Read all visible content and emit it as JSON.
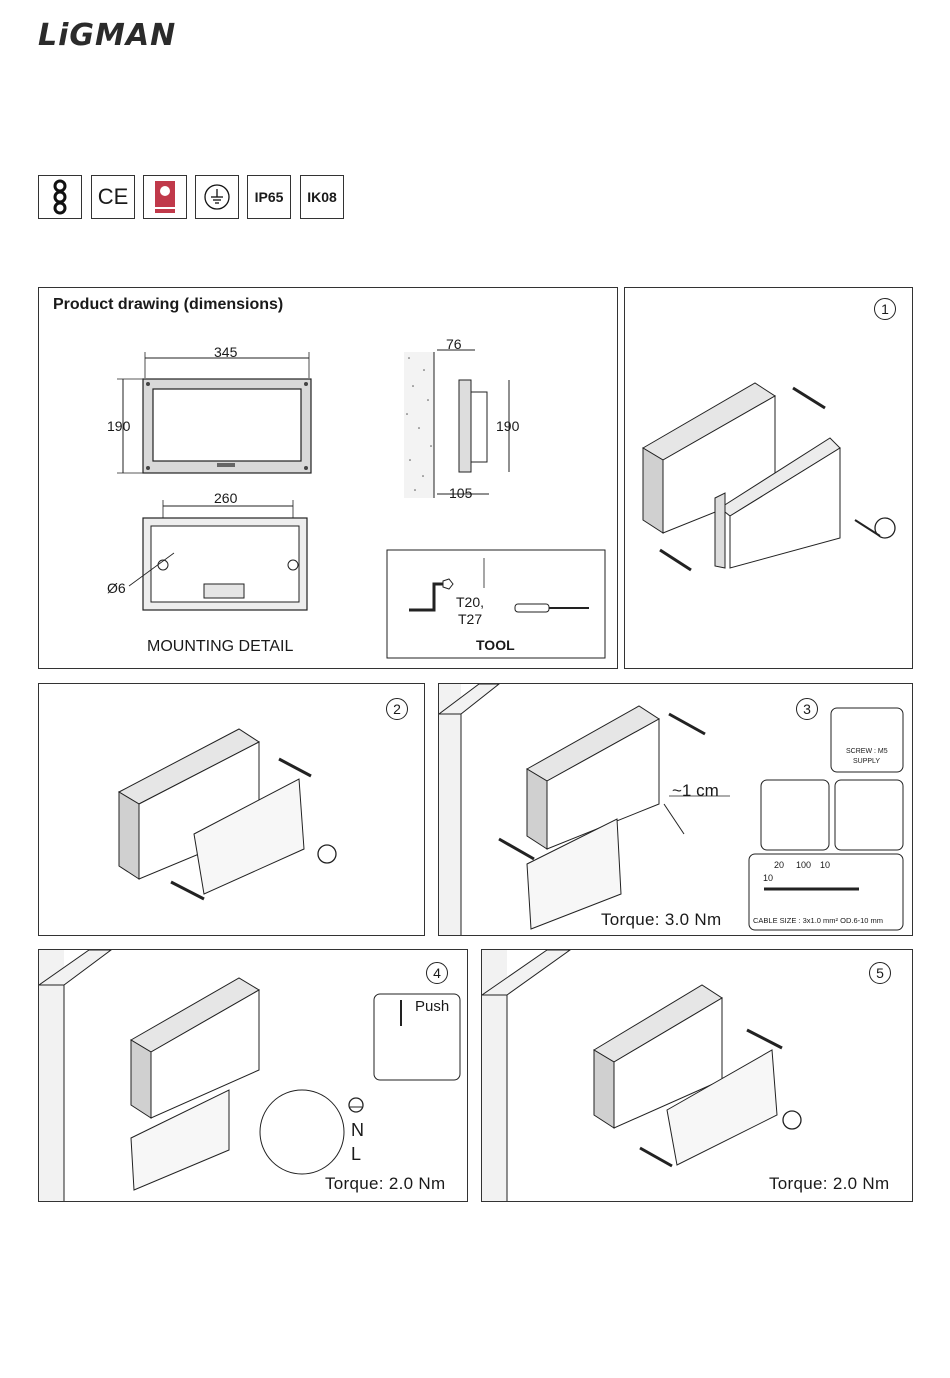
{
  "brand": {
    "logo_text": "LiGMAN"
  },
  "certifications": {
    "items": [
      {
        "name": "class-ii-icon",
        "label": ""
      },
      {
        "name": "ce-mark",
        "label": "CE"
      },
      {
        "name": "quality-mark-icon",
        "label": ""
      },
      {
        "name": "earth-icon",
        "label": ""
      },
      {
        "name": "ip-rating",
        "label": "IP65"
      },
      {
        "name": "ik-rating",
        "label": "IK08"
      }
    ]
  },
  "dimensions": {
    "title": "Product drawing (dimensions)",
    "width": "345",
    "height": "190",
    "mount_spacing": "260",
    "hole": "Ø6",
    "mounting_label": "MOUNTING DETAIL",
    "depth": "76",
    "height_side": "190",
    "base_depth": "105",
    "tool_size": "T20,",
    "tool_size2": "T27",
    "tool_label": "TOOL"
  },
  "steps": {
    "s1": {
      "number": "1"
    },
    "s2": {
      "number": "2"
    },
    "s3": {
      "number": "3",
      "gap": "~1 cm",
      "torque": "Torque: 3.0 Nm",
      "screw_label": "SCREW : M5",
      "screw_supply": "SUPPLY",
      "strip_20": "20",
      "strip_100": "100",
      "strip_10": "10",
      "strip_10b": "10",
      "cable_size": "CABLE SIZE : 3x1.0 mm²  OD.6-10 mm"
    },
    "s4": {
      "number": "4",
      "push": "Push",
      "n": "N",
      "l": "L",
      "torque": "Torque: 2.0 Nm"
    },
    "s5": {
      "number": "5",
      "torque": "Torque: 2.0 Nm"
    }
  },
  "colors": {
    "line": "#333333",
    "wall": "#f2f2f2"
  }
}
